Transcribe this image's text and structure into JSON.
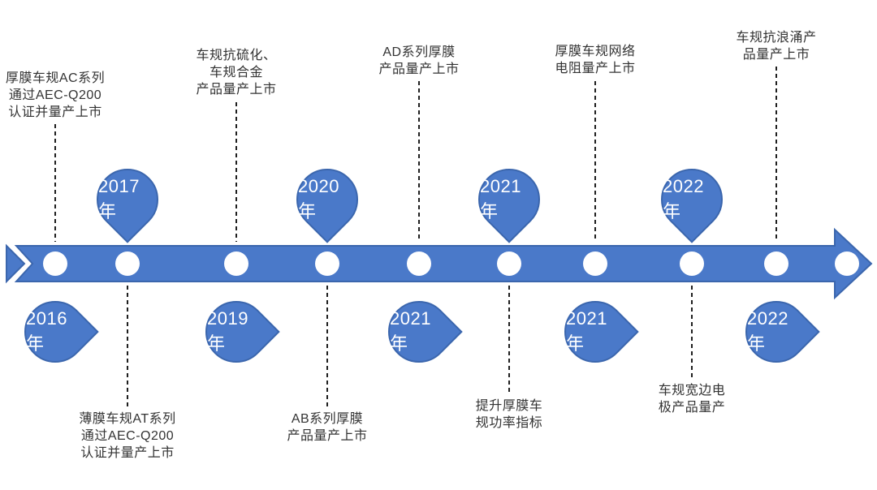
{
  "diagram": {
    "type": "timeline",
    "direction": "left-to-right",
    "colors": {
      "shape_fill": "#4a79c9",
      "shape_stroke": "#3b66ad",
      "node_fill": "#ffffff",
      "label_text": "#333333",
      "connector": "#1f1f1f",
      "year_text": "#ffffff",
      "background": "#ffffff"
    },
    "milestones": [
      {
        "year": "2016年",
        "drop_position": "below",
        "label_position": "above",
        "label": "厚膜车规AC系列\n通过AEC-Q200\n认证并量产上市"
      },
      {
        "year": "2017年",
        "drop_position": "above",
        "label_position": "below",
        "label": "薄膜车规AT系列\n通过AEC-Q200\n认证并量产上市"
      },
      {
        "year": "2019年",
        "drop_position": "below",
        "label_position": "above",
        "label": "车规抗硫化、\n车规合金\n产品量产上市"
      },
      {
        "year": "2020年",
        "drop_position": "above",
        "label_position": "below",
        "label": "AB系列厚膜\n产品量产上市"
      },
      {
        "year": "2021年",
        "drop_position": "below",
        "label_position": "above",
        "label": "AD系列厚膜\n产品量产上市"
      },
      {
        "year": "2021年",
        "drop_position": "above",
        "label_position": "below",
        "label": "提升厚膜车\n规功率指标"
      },
      {
        "year": "2021年",
        "drop_position": "below",
        "label_position": "above",
        "label": "厚膜车规网络\n电阻量产上市"
      },
      {
        "year": "2022年",
        "drop_position": "above",
        "label_position": "below",
        "label": "车规宽边电\n极产品量产"
      },
      {
        "year": "2022年",
        "drop_position": "below",
        "label_position": "above",
        "label": "车规抗浪涌产\n品量产上市"
      }
    ]
  }
}
